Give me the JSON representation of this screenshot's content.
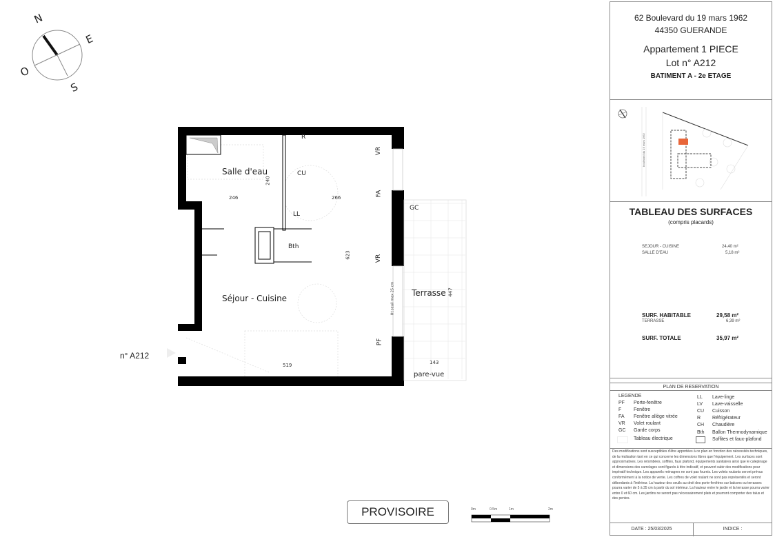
{
  "compass": {
    "north": "N",
    "east": "E",
    "south": "S",
    "west": "O"
  },
  "plan": {
    "rooms": [
      {
        "name": "Salle d'eau"
      },
      {
        "name": "Séjour - Cuisine"
      },
      {
        "name": "Terrasse"
      }
    ],
    "equipment_codes": {
      "R": "R",
      "CU": "CU",
      "LL": "LL",
      "Bth": "Bth",
      "GC": "GC",
      "VR_top": "VR",
      "FA": "FA",
      "VR_bottom": "VR",
      "PF": "PF"
    },
    "dimensions": {
      "d240": "240",
      "d246": "246",
      "d266": "266",
      "d623": "623",
      "d447": "447",
      "d519": "519",
      "d143": "143"
    },
    "threshold_note": "Ht seuil max 25 cm",
    "pare_vue": "pare-vue",
    "lot_label": "n° A212"
  },
  "stamp": {
    "label": "PROVISOIRE"
  },
  "scale": {
    "labels": [
      "0m",
      "0.5m",
      "1m",
      "2m"
    ]
  },
  "panel": {
    "address_line1": "62 Boulevard du 19 mars 1962",
    "address_line2": "44350 GUERANDE",
    "apartment_type": "Appartement 1 PIECE",
    "lot": "Lot n° A212",
    "building": "BATIMENT A - 2e ETAGE",
    "site_map": {
      "street_label": "boulevard du 19 mars 1962",
      "highlight_color": "#e8663a"
    },
    "surfaces": {
      "title": "TABLEAU DES SURFACES",
      "subtitle": "(compris placards)",
      "rooms": [
        {
          "name": "SEJOUR - CUISINE",
          "area": "24,40 m²"
        },
        {
          "name": "SALLE D'EAU",
          "area": "5,18 m²"
        }
      ],
      "habitable_label": "SURF. HABITABLE",
      "habitable_value": "29,58 m²",
      "terrace_label": "TERRASSE",
      "terrace_value": "6,39 m²",
      "total_label": "SURF. TOTALE",
      "total_value": "35,97 m²"
    },
    "reservation_title": "PLAN DE RESERVATION",
    "legend": {
      "title": "LEGENDE",
      "left": [
        {
          "code": "PF",
          "label": "Porte-fenêtre"
        },
        {
          "code": "F",
          "label": "Fenêtre"
        },
        {
          "code": "FA",
          "label": "Fenêtre allège vitrée"
        },
        {
          "code": "VR",
          "label": "Volet roulant"
        },
        {
          "code": "GC",
          "label": "Garde corps"
        },
        {
          "code": "",
          "label": "Tableau électrique"
        }
      ],
      "right": [
        {
          "code": "LL",
          "label": "Lave-linge"
        },
        {
          "code": "LV",
          "label": "Lave-vaisselle"
        },
        {
          "code": "CU",
          "label": "Cuisson"
        },
        {
          "code": "R",
          "label": "Réfrigérateur"
        },
        {
          "code": "CH",
          "label": "Chaudière"
        },
        {
          "code": "Bth",
          "label": "Ballon Thermodynamique"
        },
        {
          "code": "",
          "label": "Soffites et faux-plafond"
        }
      ]
    },
    "notes": "Des modifications sont susceptibles d'être apportées à ce plan en fonction des nécessités techniques, de la réalisation tant en ce qui concerne les dimensions libres que l'équipement. Les surfaces sont approximatives. Les retombées, soffites, faux plafond, équipements sanitaires ainsi que le calepinage et dimensions des carrelages sont figurés à titre indicatif, et peuvent subir des modifications pour impératif technique. Les appareils ménagers ne sont pas fournis. Les volets roulants seront prévus conformément à la notice de vente. Les coffres de volet roulant ne sont pas représentés et seront débordants à l'intérieur. La hauteur des seuils au droit des porte-fenêtres sur balcons ou terrasses pourra varier de 5 à 35 cm à partir du sol intérieur. La hauteur entre le jardin et la terrasse pourra varier entre 0 et 60 cm. Les jardins ne seront pas nécessairement plats et pourront comporter des talus et des pentes.",
    "date": "DATE : 25/03/2025",
    "indice": "INDICE :"
  }
}
